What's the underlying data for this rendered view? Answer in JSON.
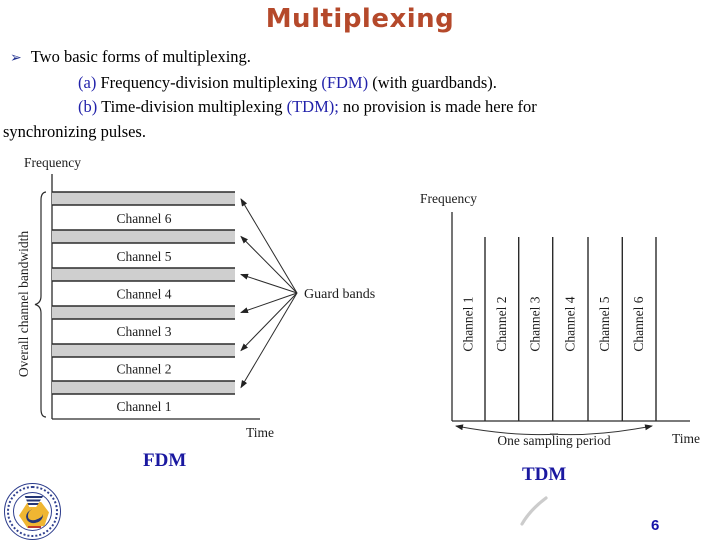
{
  "slide": {
    "title": "Multiplexing",
    "page_number": "6"
  },
  "intro": {
    "bullet": "➢",
    "line1": "Two basic forms of multiplexing.",
    "line2": {
      "a": "(a)",
      "b": " Frequency-division multiplexing ",
      "c": "(FDM)",
      "d": " (with guardbands)."
    },
    "line3": {
      "a": "(b)",
      "b": " Time-division multiplexing ",
      "c": "(TDM);",
      "d": " no provision is made here for"
    },
    "line4": "synchronizing pulses."
  },
  "fdm": {
    "caption": "FDM",
    "axis_y_label": "Frequency",
    "axis_x_label": "Time",
    "bandwidth_label": "Overall channel bandwidth",
    "guard_bands_label": "Guard bands",
    "channels": [
      "Channel 6",
      "Channel 5",
      "Channel 4",
      "Channel 3",
      "Channel 2",
      "Channel 1"
    ]
  },
  "tdm": {
    "caption": "TDM",
    "axis_y_label": "Frequency",
    "axis_x_label": "Time",
    "sampling_label": "One sampling period",
    "channels": [
      "Channel 1",
      "Channel 2",
      "Channel 3",
      "Channel 4",
      "Channel 5",
      "Channel 6"
    ]
  },
  "colors": {
    "title": "#b5492b",
    "accent_blue": "#2222aa",
    "caption_blue": "#1a18a0",
    "strip_gray": "#cfcfcf",
    "line_dark": "#2b2b2b"
  }
}
